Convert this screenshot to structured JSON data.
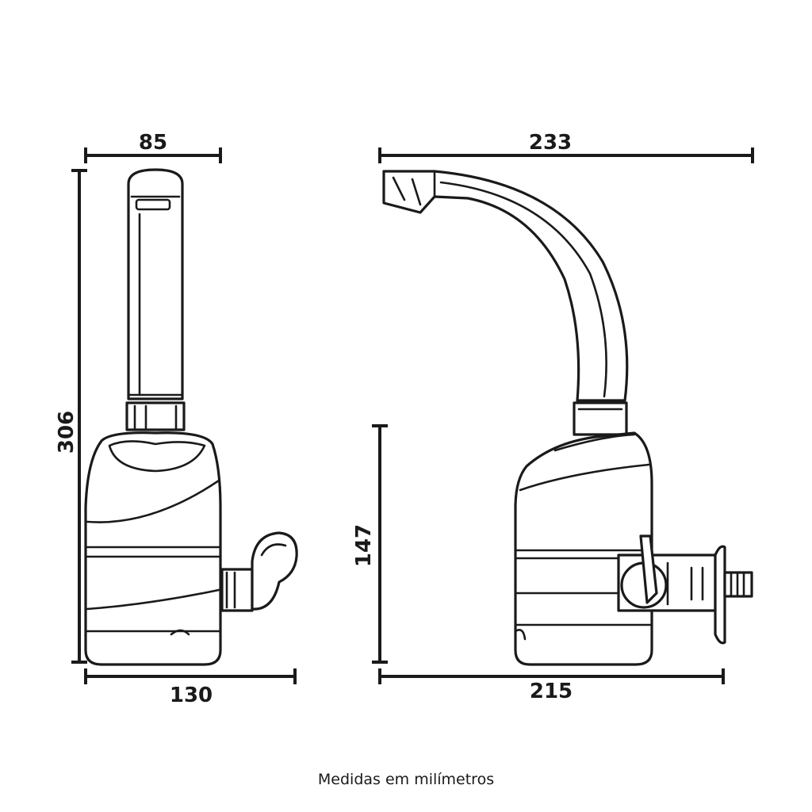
{
  "dimensions": {
    "front_width_top": "85",
    "side_width_top": "233",
    "front_height": "306",
    "side_height": "147",
    "front_width_bottom": "130",
    "side_width_bottom": "215"
  },
  "caption": "Medidas em milímetros"
}
